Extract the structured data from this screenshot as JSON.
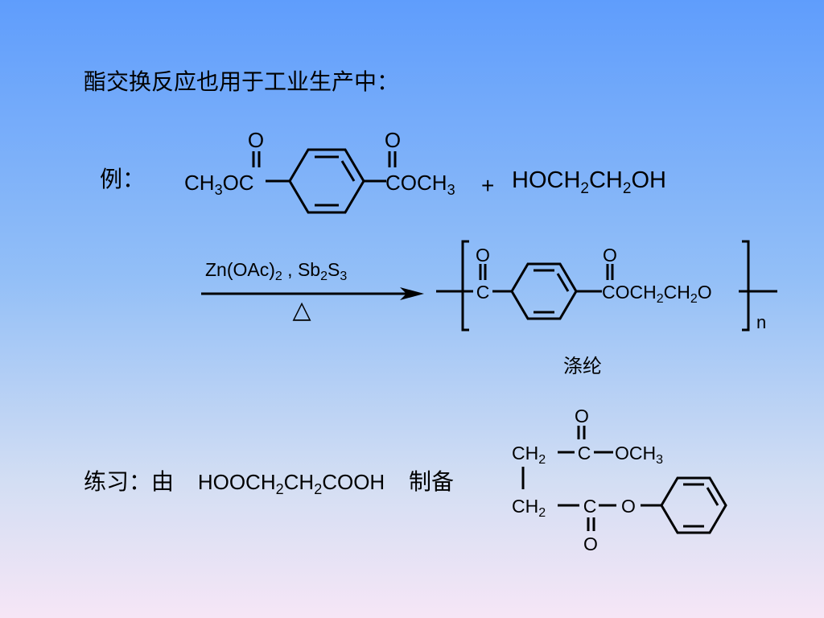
{
  "heading": "酯交换反应也用于工业生产中：",
  "example_label": "例：",
  "reactant1": {
    "left_group": [
      "CH",
      "3",
      "OC"
    ],
    "carbonyl_o": "O",
    "right_group": [
      "COCH",
      "3"
    ]
  },
  "plus": "+",
  "reactant2": [
    "HOCH",
    "2",
    "CH",
    "2",
    "OH"
  ],
  "conditions": {
    "catalyst_a": [
      "Zn(OAc)",
      "2"
    ],
    "separator": " , ",
    "catalyst_b": [
      "Sb",
      "2",
      "S",
      "3"
    ],
    "heat_symbol": "△"
  },
  "polymer": {
    "carbon": "C",
    "carbonyl_o": "O",
    "right_group": [
      "COCH",
      "2",
      "CH",
      "2",
      "O"
    ],
    "repeat": "n"
  },
  "product_name": "涤纶",
  "exercise": {
    "prefix": "练习：由",
    "formula": [
      "HOOCH",
      "2",
      "CH",
      "2",
      "COOH"
    ],
    "suffix": "制备"
  },
  "target": {
    "ch2": [
      "CH",
      "2"
    ],
    "carbon": "C",
    "oxygen": "O",
    "methoxy": [
      "OCH",
      "3"
    ],
    "ester_o": "O"
  }
}
